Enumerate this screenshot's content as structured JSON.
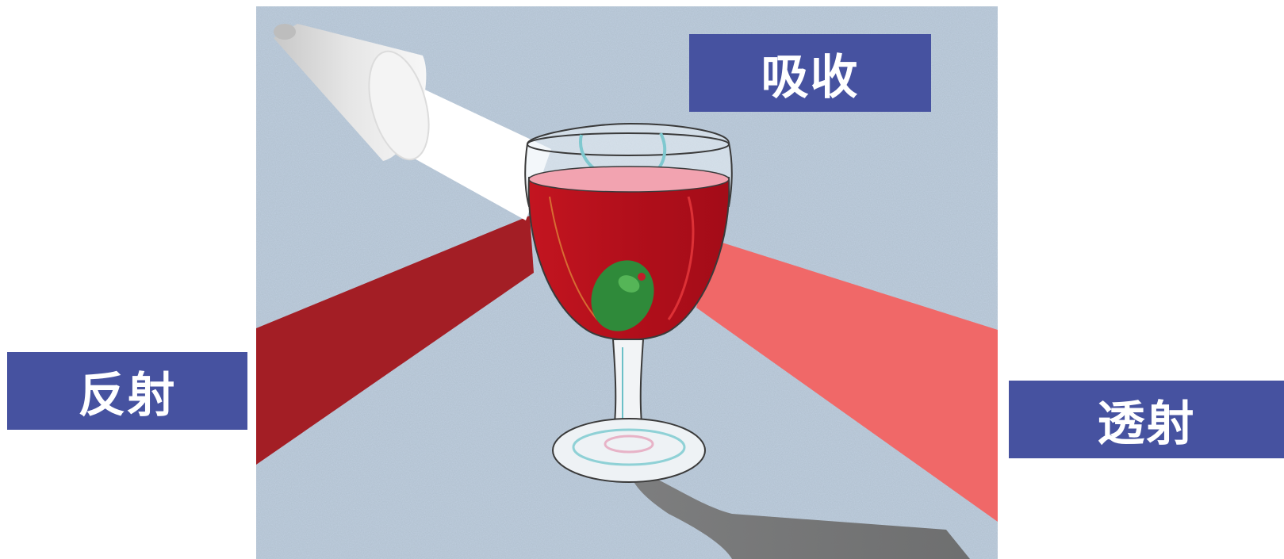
{
  "labels": {
    "absorption": "吸收",
    "reflection": "反射",
    "transmission": "透射"
  },
  "colors": {
    "label_background": "#4652a0",
    "label_text": "#ffffff",
    "background_speckle": "#a9bccf",
    "reflected_beam": "#a31e25",
    "transmitted_beam": "#f06868",
    "incident_beam": "#ffffff",
    "wine": "#b5121e",
    "olive": "#2f8a3a",
    "shadow": "#6e6e6e"
  },
  "icons": {
    "light_source": "spotlight-icon",
    "glass": "wine-glass-icon",
    "olive": "olive-icon"
  }
}
